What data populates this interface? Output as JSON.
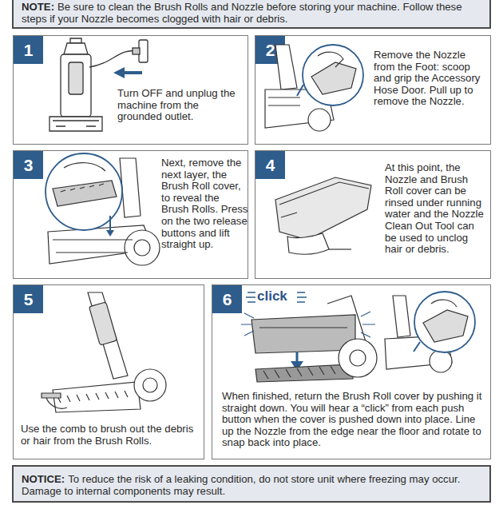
{
  "diagram": {
    "nodes": [
      {
        "text": [
          "NOTE:",
          "Be sure to clean the Brush Rolls and Nozzle before storing your machine. Follow these steps if your Nozzle becomes clogged with hair or debris."
        ]
      },
      {
        "text": [
          "Turn OFF and unplug the machine from the grounded outlet."
        ]
      },
      {
        "text": [
          "1"
        ],
        "in": 1
      },
      {
        "text": [
          "Remove the Nozzle from the Foot: scoop and grip the Accessory Hose Door. Pull up to remove the Nozzle."
        ]
      },
      {
        "text": [
          "2"
        ],
        "in": 3
      },
      {
        "text": [
          "Next, remove the next layer, the Brush Roll cover, to reveal the Brush Rolls. Press on the two release buttons and lift straight up."
        ]
      },
      {
        "text": [
          "3"
        ],
        "in": 5
      },
      {
        "text": [
          "At this point, the Nozzle and Brush Roll cover can be rinsed under running water and the Nozzle Clean Out Tool can be used to unclog hair or debris."
        ]
      },
      {
        "text": [
          "4"
        ],
        "in": 7
      },
      {
        "text": [
          "Use the comb to brush out the debris or hair from the Brush Rolls."
        ]
      },
      {
        "text": [
          "5"
        ],
        "in": 9
      },
      {
        "text": [
          "When finished, return the Brush Roll cover by pushing it straight down. You will hear a “click” from each push button when the cover is pushed down into place. Line up the Nozzle from the edge near the floor and rotate to snap back into place."
        ]
      },
      {
        "text": [
          "6"
        ],
        "in": 11
      },
      {
        "text": [
          "NOTICE:",
          "To reduce the risk of a leaking condition, do not store unit where freezing may occur. Damage to internal components may result."
        ]
      }
    ],
    "labels": [
      "click"
    ]
  }
}
